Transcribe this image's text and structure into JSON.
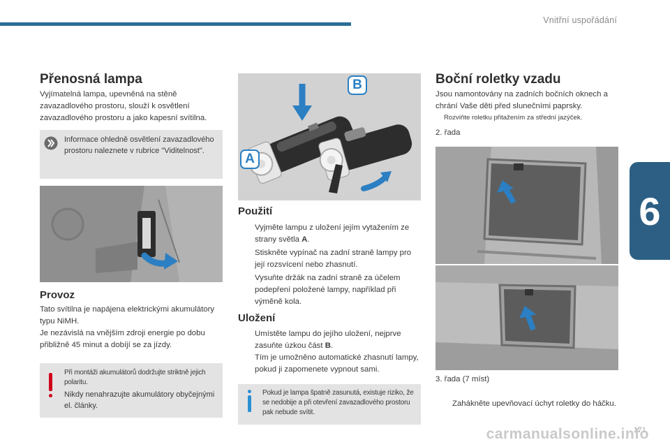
{
  "header": {
    "title": "Vnitřní uspořádání",
    "chapter": "6"
  },
  "left": {
    "title": "Přenosná lampa",
    "intro": "Vyjímatelná lampa, upevněná na stěně zavazadlového prostoru, slouží k osvětlení zavazadlového prostoru a jako kapesní svítilna.",
    "info_box": "Informace ohledně osvětlení zavazadlového prostoru naleznete v rubrice \"Viditelnost\".",
    "provoz_title": "Provoz",
    "provoz_text_1": "Tato svítilna je napájena elektrickými akumulátory typu NiMH.",
    "provoz_text_2": "Je nezávislá na vnějším zdroji energie po dobu přibližně 45 minut a dobíjí se za jízdy.",
    "warning_1": "Při montáži akumulátorů dodržujte striktně jejich polaritu.",
    "warning_2": "Nikdy nenahrazujte akumulátory obyčejnými el. články."
  },
  "middle": {
    "label_a": "A",
    "label_b": "B",
    "pouziti_title": "Použití",
    "pouziti_items": [
      "Vyjměte lampu z uložení jejím vytažením ze strany světla ",
      "Stiskněte vypínač na zadní straně lampy pro její rozsvícení nebo zhasnutí.",
      "Vysuňte držák na zadní straně za účelem podepření položené lampy, například při výměně kola."
    ],
    "pouziti_a": "A",
    "pouziti_a_end": ".",
    "ulozeni_title": "Uložení",
    "ulozeni_item_1": "Umístěte lampu do jejího uložení, nejprve zasuňte úzkou část ",
    "ulozeni_b": "B",
    "ulozeni_b_end": ".",
    "ulozeni_item_2": "Tím je umožněno automatické zhasnutí lampy, pokud ji zapomenete vypnout sami.",
    "info_text": "Pokud je lampa špatně zasunutá, existuje riziko, že se nedobije a při otevření zavazadlového prostoru pak nebude svítit."
  },
  "right": {
    "title": "Boční roletky vzadu",
    "intro": "Jsou namontovány na zadních bočních oknech a chrání Vaše děti před slunečními paprsky.",
    "bullet_small": "Rozviňte roletku přitažením za střední jazýček.",
    "row2": "2. řada",
    "row3": "3. řada (7 míst)",
    "bullet_final": "Zahákněte upevňovací úchyt roletky do háčku."
  },
  "footer": {
    "page": "171",
    "watermark": "carmanualsonline.info"
  },
  "bullet_glyph": "",
  "colors": {
    "accent": "#2a6f97",
    "chapter_tab": "#2d5f84",
    "warning": "#d0021b",
    "info": "#2b8fd3",
    "box": "#e3e3e3"
  }
}
